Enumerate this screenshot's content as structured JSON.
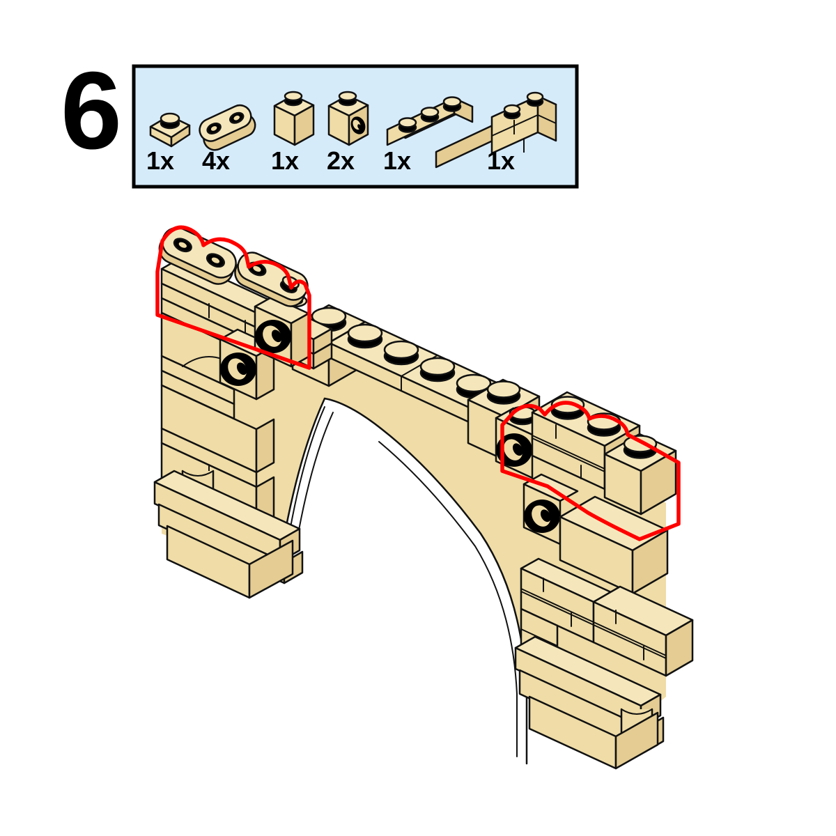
{
  "step": {
    "number": "6"
  },
  "parts_box": {
    "background_color": "#D6EBFA",
    "border_color": "#000000",
    "parts": [
      {
        "id": "plate-1x1",
        "qty": "1x"
      },
      {
        "id": "plate-1x2-rounded",
        "qty": "4x"
      },
      {
        "id": "brick-1x1",
        "qty": "1x"
      },
      {
        "id": "brick-1x1-side-hole",
        "qty": "2x"
      },
      {
        "id": "plate-1x3",
        "qty": "1x"
      },
      {
        "id": "brick-1x2-masonry",
        "qty": "1x"
      }
    ]
  },
  "figure": {
    "subject": "tan-lego-arch-assembly",
    "brick_color": "#EFDCA6",
    "highlight_color": "#FF0000"
  }
}
